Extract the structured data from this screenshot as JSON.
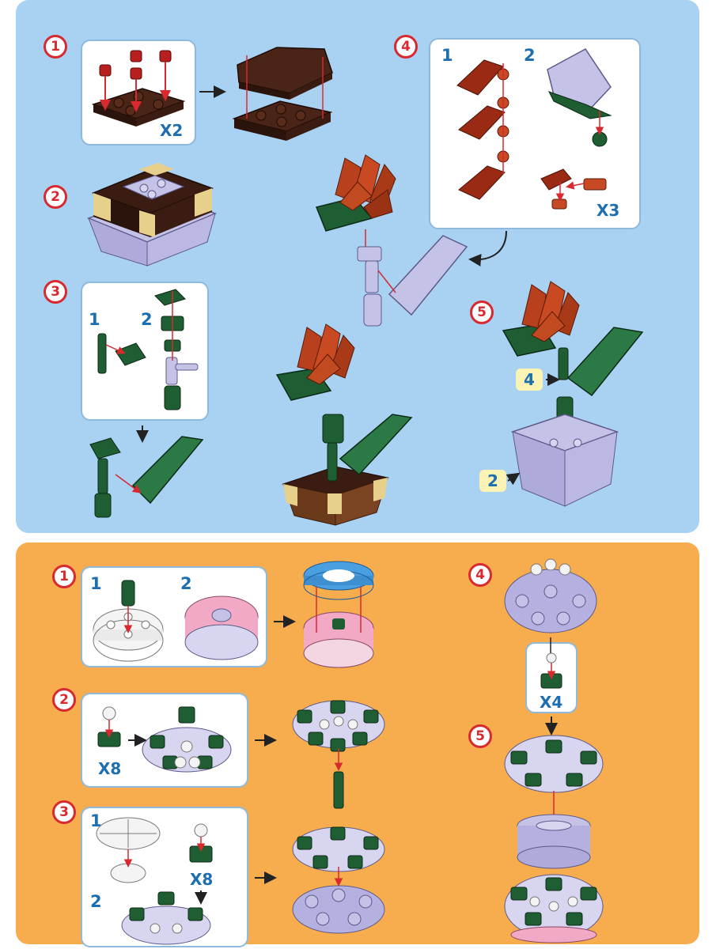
{
  "colors": {
    "blue_panel": "#a9d1f2",
    "orange_panel": "#f7ad4d",
    "step_red": "#d8292f",
    "label_blue": "#1e6fb0",
    "callout_yellow": "#fbf3b4",
    "dark_brown": "#3a1c12",
    "red_orange": "#b8401c",
    "dark_green": "#1f5d33",
    "lavender": "#c5c2e8",
    "tan": "#e7cf8c",
    "pink": "#f2a9c6",
    "sky_blue": "#4a9fe0",
    "white_brick": "#f4f4f4"
  },
  "top_section": {
    "step1": {
      "number": "1",
      "multiplier": "X2"
    },
    "step2": {
      "number": "2"
    },
    "step3": {
      "number": "3",
      "sub1": "1",
      "sub2": "2"
    },
    "step4": {
      "number": "4",
      "sub1": "1",
      "sub2": "2",
      "multiplier": "X3"
    },
    "step5": {
      "number": "5",
      "callout_a": "4",
      "callout_b": "2"
    }
  },
  "bottom_section": {
    "step1": {
      "number": "1",
      "sub1": "1",
      "sub2": "2"
    },
    "step2": {
      "number": "2",
      "multiplier": "X8"
    },
    "step3": {
      "number": "3",
      "sub1": "1",
      "sub2": "2",
      "multiplier": "X8"
    },
    "step4": {
      "number": "4",
      "multiplier": "X4"
    },
    "step5": {
      "number": "5"
    }
  }
}
